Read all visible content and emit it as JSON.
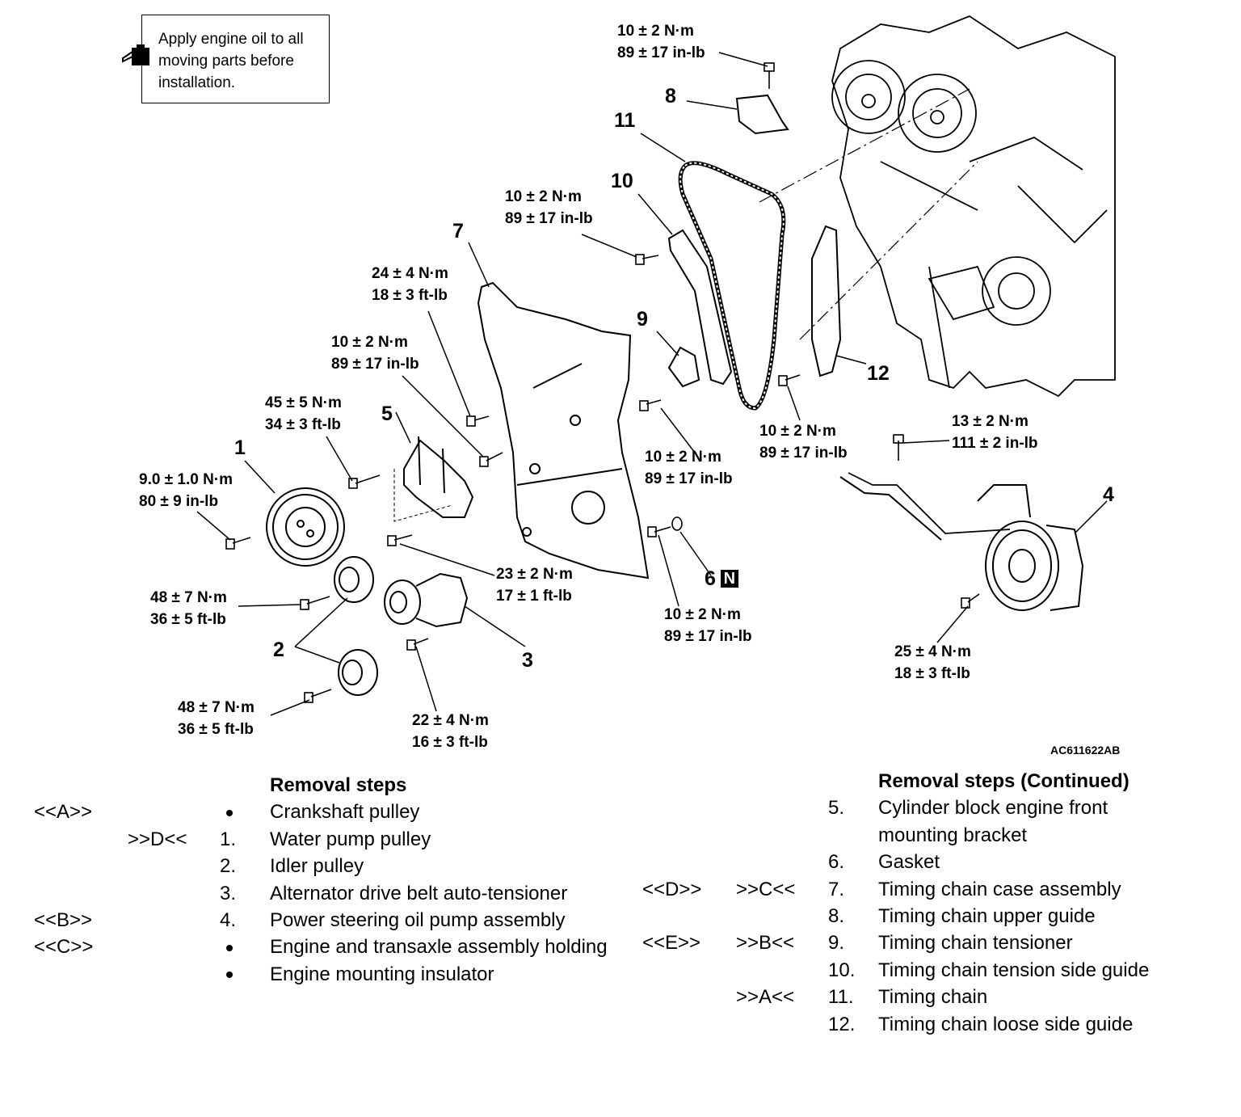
{
  "note": {
    "text": "Apply engine oil to all moving parts before installation.",
    "icon": "oil-can-icon"
  },
  "figure_code": "AC611622AB",
  "part_numbers": {
    "p1": "1",
    "p2": "2",
    "p3": "3",
    "p4": "4",
    "p5": "5",
    "p6": "6",
    "p7": "7",
    "p8": "8",
    "p9": "9",
    "p10": "10",
    "p11": "11",
    "p12": "12",
    "new_badge": "N"
  },
  "torques": {
    "t8": [
      "10 ± 2 N·m",
      "89 ± 17 in-lb"
    ],
    "t10": [
      "10 ± 2 N·m",
      "89 ± 17 in-lb"
    ],
    "t7top": [
      "24 ± 4 N·m",
      "18 ± 3 ft-lb"
    ],
    "t7mid": [
      "10 ± 2 N·m",
      "89 ± 17 in-lb"
    ],
    "t5": [
      "45 ± 5 N·m",
      "34 ± 3 ft-lb"
    ],
    "t1": [
      "9.0 ± 1.0 N·m",
      "80 ± 9 in-lb"
    ],
    "t9": [
      "10 ± 2 N·m",
      "89 ± 17 in-lb"
    ],
    "t12": [
      "10 ± 2 N·m",
      "89 ± 17 in-lb"
    ],
    "t13": [
      "13 ± 2 N·m",
      "111 ± 2 in-lb"
    ],
    "t23": [
      "23 ± 2 N·m",
      "17 ± 1 ft-lb"
    ],
    "t2a": [
      "48 ± 7 N·m",
      "36 ± 5 ft-lb"
    ],
    "t6": [
      "10 ± 2 N·m",
      "89 ± 17 in-lb"
    ],
    "t4": [
      "25 ± 4 N·m",
      "18 ± 3 ft-lb"
    ],
    "t2b": [
      "48 ± 7 N·m",
      "36 ± 5 ft-lb"
    ],
    "t3": [
      "22 ± 4 N·m",
      "16 ± 3 ft-lb"
    ]
  },
  "removal_left": {
    "heading": "Removal steps",
    "rows": [
      {
        "a": "<<A>>",
        "b": "",
        "n": "",
        "bullet": true,
        "text": "Crankshaft pulley"
      },
      {
        "a": "",
        "b": ">>D<<",
        "n": "1.",
        "bullet": false,
        "text": "Water pump pulley"
      },
      {
        "a": "",
        "b": "",
        "n": "2.",
        "bullet": false,
        "text": "Idler pulley"
      },
      {
        "a": "",
        "b": "",
        "n": "3.",
        "bullet": false,
        "text": "Alternator drive belt auto-tensioner"
      },
      {
        "a": "<<B>>",
        "b": "",
        "n": "4.",
        "bullet": false,
        "text": "Power steering oil pump assembly"
      },
      {
        "a": "<<C>>",
        "b": "",
        "n": "",
        "bullet": true,
        "text": "Engine and transaxle assembly holding"
      },
      {
        "a": "",
        "b": "",
        "n": "",
        "bullet": true,
        "text": "Engine mounting insulator"
      }
    ]
  },
  "removal_right": {
    "heading": "Removal steps (Continued)",
    "rows": [
      {
        "a": "",
        "b": "",
        "n": "5.",
        "text": "Cylinder block engine front mounting bracket"
      },
      {
        "a": "",
        "b": "",
        "n": "6.",
        "text": "Gasket"
      },
      {
        "a": "<<D>>",
        "b": ">>C<<",
        "n": "7.",
        "text": "Timing chain case assembly"
      },
      {
        "a": "",
        "b": "",
        "n": "8.",
        "text": "Timing chain upper guide"
      },
      {
        "a": "<<E>>",
        "b": ">>B<<",
        "n": "9.",
        "text": "Timing chain tensioner"
      },
      {
        "a": "",
        "b": "",
        "n": "10.",
        "text": "Timing chain tension side guide"
      },
      {
        "a": "",
        "b": ">>A<<",
        "n": "11.",
        "text": "Timing chain"
      },
      {
        "a": "",
        "b": "",
        "n": "12.",
        "text": "Timing chain loose side guide"
      }
    ]
  }
}
